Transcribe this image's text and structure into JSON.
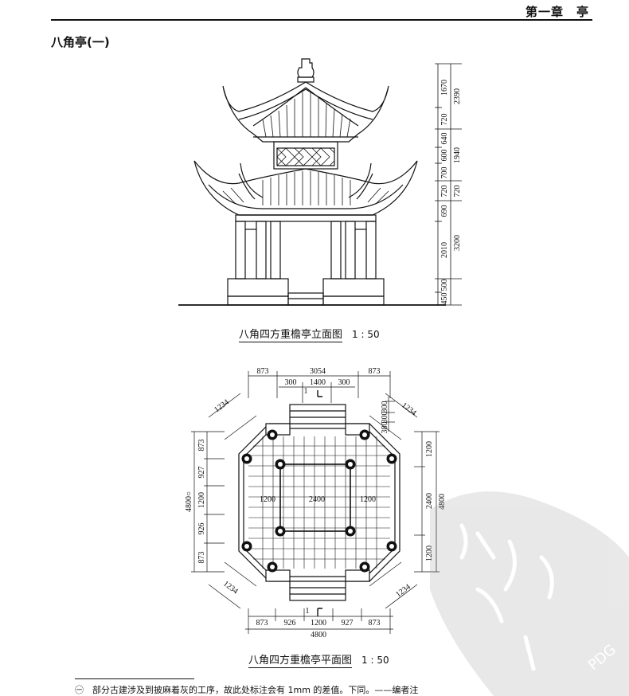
{
  "header": {
    "chapter": "第一章　亭"
  },
  "section_title": "八角亭(一)",
  "elevation": {
    "caption": "八角四方重檐亭立面图",
    "scale": "1 : 50",
    "dims_inner": [
      "1670",
      "720",
      "640",
      "600",
      "700",
      "720",
      "690",
      "2010",
      "500",
      "450"
    ],
    "dims_outer": [
      "2390",
      "1940",
      "720",
      "3200"
    ]
  },
  "plan": {
    "caption": "八角四方重檐亭平面图",
    "scale": "1 : 50",
    "top_dims": [
      "873",
      "3054",
      "873",
      "300",
      "1400",
      "300"
    ],
    "bottom_dims": [
      "873",
      "926",
      "1200",
      "927",
      "873",
      "4800"
    ],
    "left_dims": [
      "873",
      "927",
      "1200",
      "926",
      "873",
      "4800○"
    ],
    "right_dims": [
      "1200",
      "2400",
      "1200",
      "4800"
    ],
    "step_dims": [
      "300",
      "300",
      "380"
    ],
    "inner_dims": [
      "1200",
      "2400",
      "1200"
    ],
    "diag_dims": [
      "1234",
      "1234",
      "1234",
      "1234"
    ],
    "section_marks": [
      "1",
      "1"
    ]
  },
  "watermark": "PDG",
  "footnote": "㊀　部分古建涉及到披麻着灰的工序，故此处标注会有 1mm 的差值。下同。——编者注"
}
